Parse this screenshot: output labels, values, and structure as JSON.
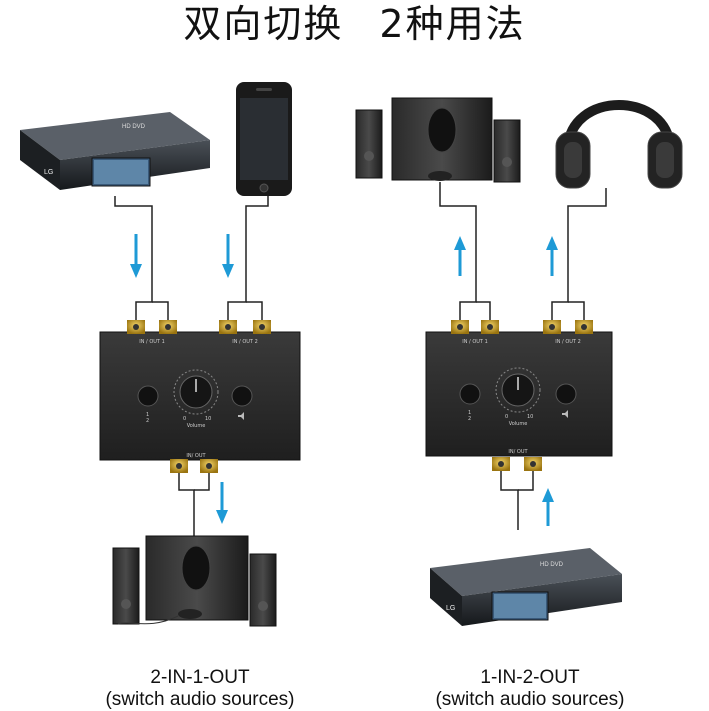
{
  "title": {
    "part1": "双向切换",
    "part2": "2种用法"
  },
  "left": {
    "mode": "2-IN-1-OUT",
    "note": "(switch audio sources)",
    "device": {
      "port_top_1": "IN / OUT 1",
      "port_top_2": "IN / OUT 2",
      "port_bottom": "IN/ OUT",
      "knob_label": "Volume",
      "knob_min": "0",
      "knob_max": "10",
      "btn_1": "1",
      "btn_2": "2"
    },
    "dvd_brand": "LG",
    "dvd_model": "HD DVD"
  },
  "right": {
    "mode": "1-IN-2-OUT",
    "note": "(switch audio sources)",
    "device": {
      "port_top_1": "IN / OUT 1",
      "port_top_2": "IN / OUT 2",
      "port_bottom": "IN/ OUT",
      "knob_label": "Volume",
      "knob_min": "0",
      "knob_max": "10",
      "btn_1": "1",
      "btn_2": "2"
    },
    "dvd_brand": "LG",
    "dvd_model": "HD DVD"
  },
  "colors": {
    "arrow": "#1e9ad6",
    "device": "#2b2b2b",
    "gold": "#c9a227",
    "cable": "#222222"
  }
}
